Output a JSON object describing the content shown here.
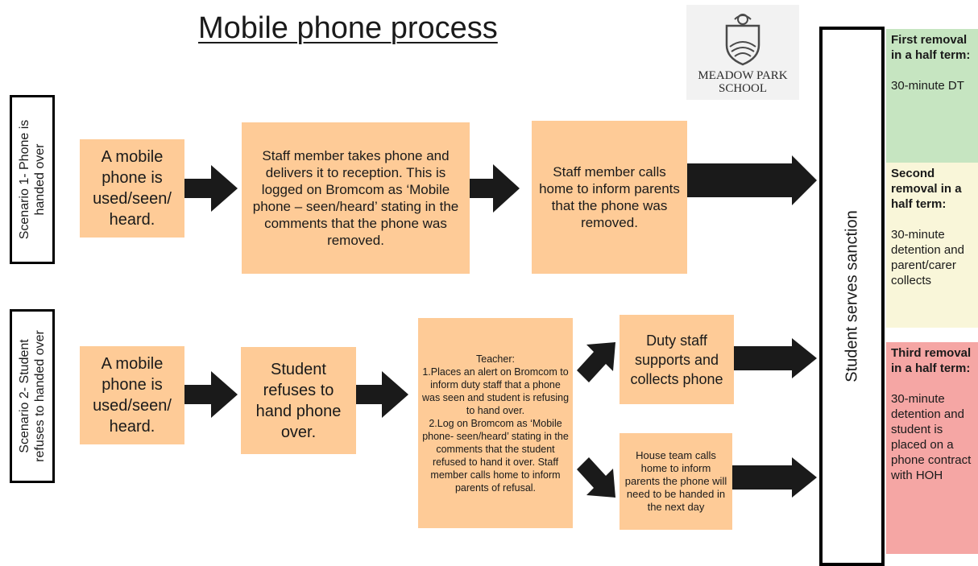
{
  "title": "Mobile phone process",
  "logo": {
    "icon": "school-crest-icon",
    "line1": "MEADOW PARK",
    "line2": "SCHOOL"
  },
  "scenario1": {
    "label_line1": "Scenario 1- Phone is",
    "label_line2": "handed over",
    "step1": "A mobile phone is used/seen/ heard.",
    "step2": "Staff member takes phone and delivers it to reception. This is logged on Bromcom as ‘Mobile phone – seen/heard’ stating in the comments that the phone was removed.",
    "step3": "Staff member calls home to inform parents that the phone was removed."
  },
  "scenario2": {
    "label_line1": "Scenario 2- Student",
    "label_line2": "refuses to handed over",
    "step1": "A mobile phone is used/seen/ heard.",
    "step2": "Student refuses to hand phone over.",
    "teacher_heading": "Teacher:",
    "teacher_point1": "1.Places an alert on Bromcom to inform duty staff that a phone was seen and student is refusing to hand over.",
    "teacher_point2": "2.Log on Bromcom as ‘Mobile phone- seen/heard’ stating in the comments that the student refused to hand it over. Staff member calls home to inform parents of refusal.",
    "duty_staff": "Duty staff supports and collects phone",
    "house_team": "House team calls home to inform parents the phone will need to be handed in the next day"
  },
  "sanction_label": "Student serves sanction",
  "sanctions": [
    {
      "heading": "First removal in a half term:",
      "body": "30-minute DT",
      "color": "#c6e5c1"
    },
    {
      "heading": "Second removal in a half term:",
      "body": "30-minute detention and parent/carer collects",
      "color": "#f9f6d9"
    },
    {
      "heading": "Third removal in a half term:",
      "body": "30-minute detention and student is placed on a phone contract with HOH",
      "color": "#f5a6a4"
    }
  ],
  "colors": {
    "process_box": "#fecb97",
    "arrow": "#1a1a1a"
  }
}
